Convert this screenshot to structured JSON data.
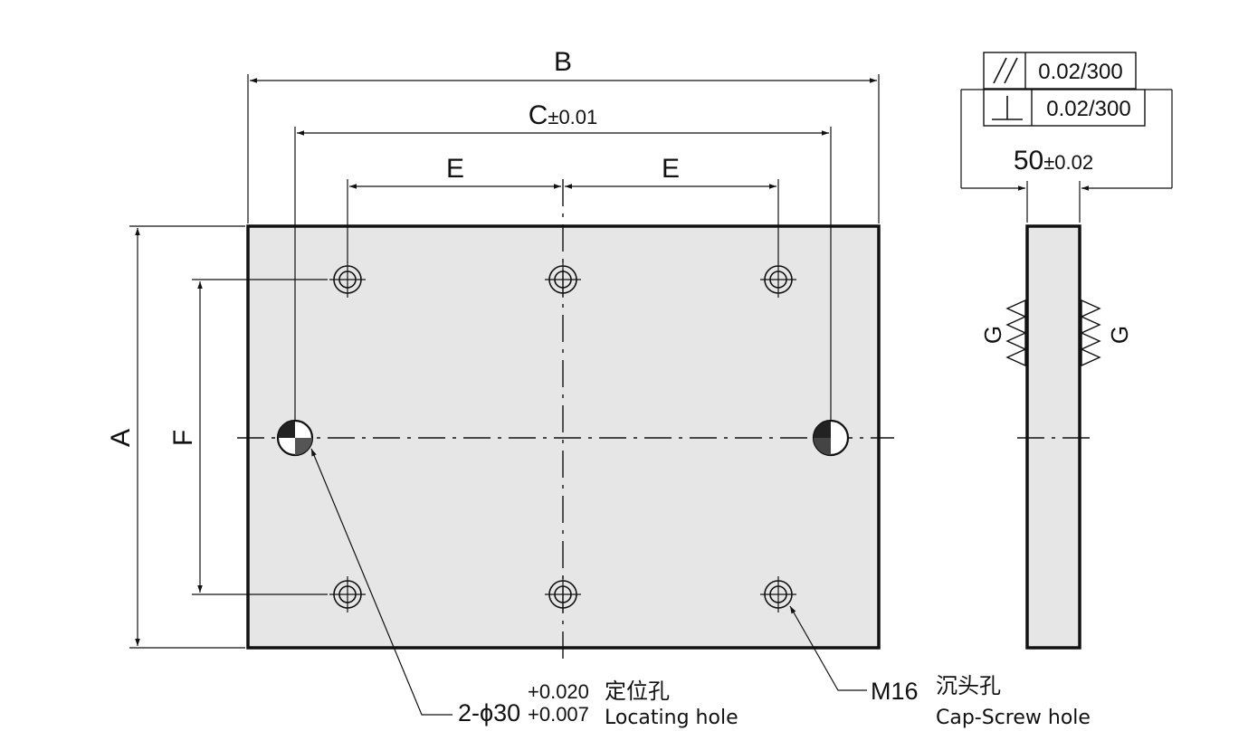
{
  "dimensions": {
    "overall_width": "B",
    "pin_spacing": "C",
    "pin_spacing_tol": "±0.01",
    "screw_spacing_left": "E",
    "screw_spacing_right": "E",
    "overall_height": "A",
    "screw_row_spacing": "F",
    "thickness": "50",
    "thickness_tol": "±0.02"
  },
  "tolerance_frames": {
    "parallelism": {
      "symbol": "//",
      "value": "0.02/300"
    },
    "perpendicularity": {
      "symbol": "⊥",
      "value": "0.02/300"
    }
  },
  "surface_finish": {
    "left": "G",
    "right": "G"
  },
  "callouts": {
    "locating_hole": {
      "spec": "2-ϕ30",
      "upper_tol": "+0.020",
      "lower_tol": "+0.007",
      "label_cn": "定位孔",
      "label_en": "Locating hole"
    },
    "cap_screw_hole": {
      "spec": "M16",
      "label_cn": "沉头孔",
      "label_en": "Cap-Screw hole"
    }
  }
}
